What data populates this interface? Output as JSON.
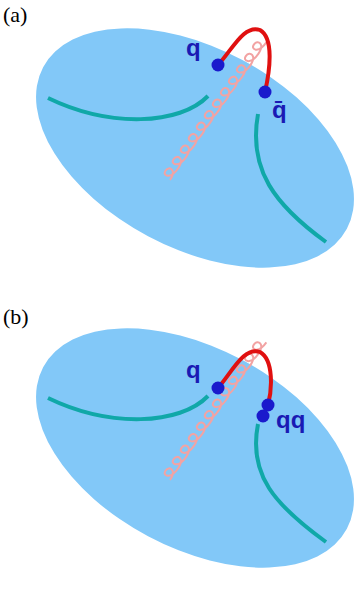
{
  "diagram": {
    "labels": [
      "(a)",
      "q",
      "q̄",
      "(b)",
      "q",
      "qq"
    ]
  }
}
